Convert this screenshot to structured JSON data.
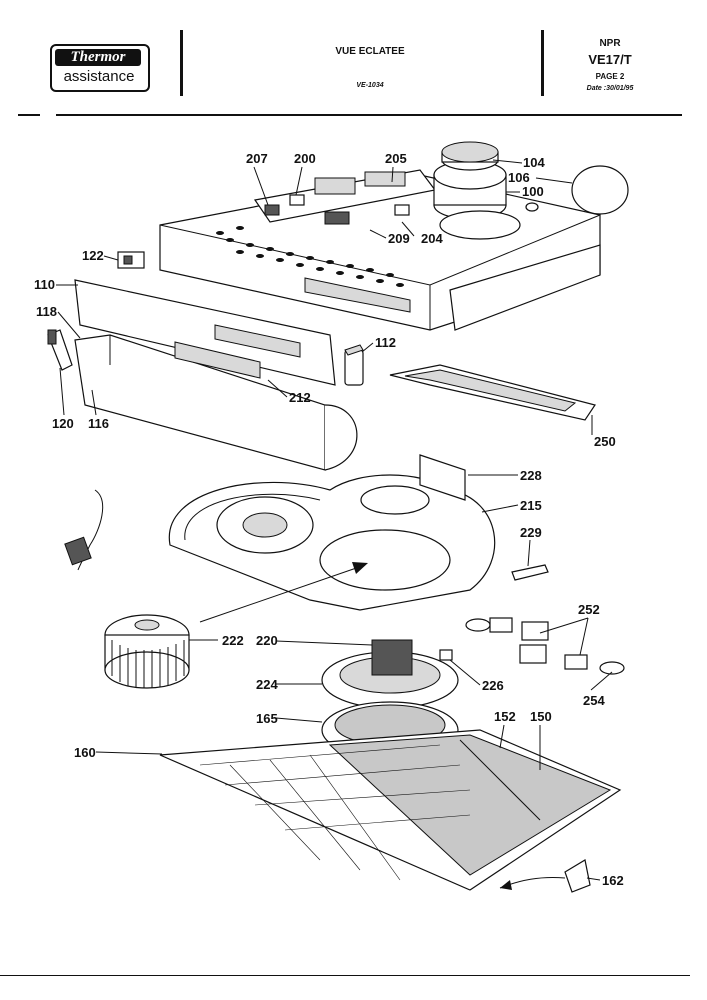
{
  "header": {
    "brand_top": "Thermor",
    "brand_bottom": "assistance",
    "doc_title": "VUE ECLATEE",
    "doc_ref": "VE-1034",
    "category": "NPR",
    "model": "VE17/T",
    "page": "PAGE 2",
    "date": "Date :30/01/95"
  },
  "labels": {
    "p207": "207",
    "p200": "200",
    "p205": "205",
    "p104": "104",
    "p106": "106",
    "p100": "100",
    "p209": "209",
    "p204": "204",
    "p122": "122",
    "p110": "110",
    "p118": "118",
    "p112": "112",
    "p212": "212",
    "p120": "120",
    "p116": "116",
    "p250": "250",
    "p228": "228",
    "p215": "215",
    "p229": "229",
    "p252": "252",
    "p222": "222",
    "p220": "220",
    "p224": "224",
    "p226": "226",
    "p254": "254",
    "p165": "165",
    "p152": "152",
    "p150": "150",
    "p160": "160",
    "p162": "162"
  },
  "colors": {
    "ink": "#111111",
    "paper": "#ffffff",
    "shade": "#d9d9d9"
  }
}
